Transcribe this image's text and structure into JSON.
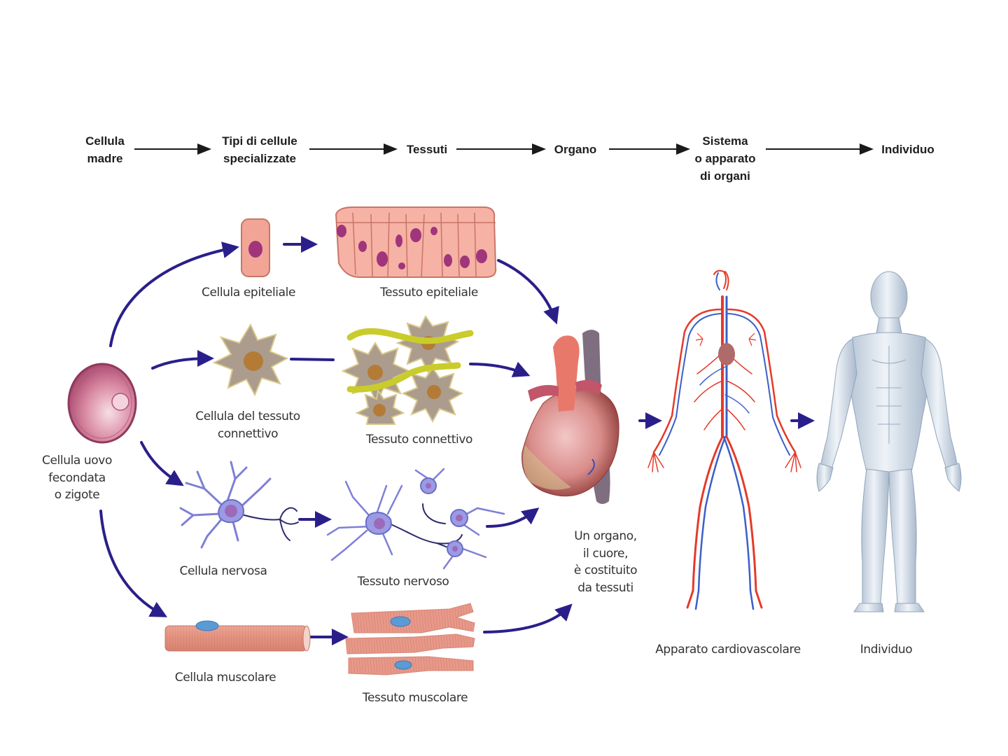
{
  "header": {
    "steps": [
      {
        "line1": "Cellula",
        "line2": "madre",
        "line3": ""
      },
      {
        "line1": "Tipi di cellule",
        "line2": "specializzate",
        "line3": ""
      },
      {
        "line1": "Tessuti",
        "line2": "",
        "line3": ""
      },
      {
        "line1": "Organo",
        "line2": "",
        "line3": ""
      },
      {
        "line1": "Sistema",
        "line2": "o apparato",
        "line3": "di organi"
      },
      {
        "line1": "Individuo",
        "line2": "",
        "line3": ""
      }
    ]
  },
  "zygote": {
    "line1": "Cellula uovo",
    "line2": "fecondata",
    "line3": "o zigote"
  },
  "cells": {
    "epithelial": "Cellula epiteliale",
    "connective": {
      "line1": "Cellula del tessuto",
      "line2": "connettivo"
    },
    "nerve": "Cellula nervosa",
    "muscle": "Cellula muscolare"
  },
  "tissues": {
    "epithelial": "Tessuto epiteliale",
    "connective": "Tessuto connettivo",
    "nerve": "Tessuto nervoso",
    "muscle": "Tessuto muscolare"
  },
  "organ": {
    "line1": "Un organo,",
    "line2": "il cuore,",
    "line3": "è costituito",
    "line4": "da tessuti"
  },
  "system": {
    "label": "Apparato cardiovascolare"
  },
  "individual": {
    "label": "Individuo"
  },
  "colors": {
    "arrow": "#2a1f8a",
    "header_arrow": "#1a1a1a",
    "epithelial": "#f0a79a",
    "nucleus": "#a0357c",
    "connective": "#a99a8c",
    "fiber": "#c9cc2a",
    "nerve": "#7e7fd6",
    "muscle": "#e39a8a",
    "artery": "#e53a2a",
    "vein": "#3a5fc8",
    "body": "#dde5ee"
  }
}
